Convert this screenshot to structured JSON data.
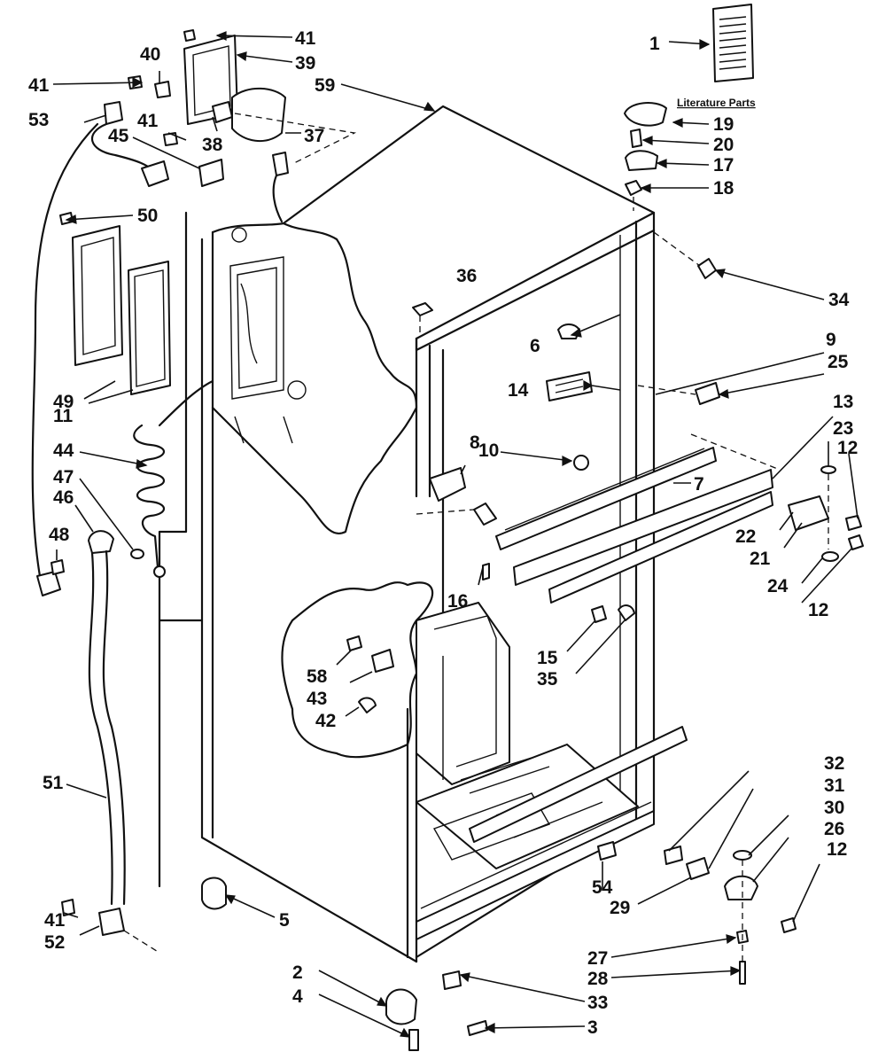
{
  "literature_parts_label": "Literature Parts",
  "callouts": [
    {
      "id": "c1",
      "text": "1"
    },
    {
      "id": "c2",
      "text": "2"
    },
    {
      "id": "c3",
      "text": "3"
    },
    {
      "id": "c4",
      "text": "4"
    },
    {
      "id": "c5",
      "text": "5"
    },
    {
      "id": "c6",
      "text": "6"
    },
    {
      "id": "c7",
      "text": "7"
    },
    {
      "id": "c8",
      "text": "8"
    },
    {
      "id": "c9",
      "text": "9"
    },
    {
      "id": "c10",
      "text": "10"
    },
    {
      "id": "c11",
      "text": "11"
    },
    {
      "id": "c12a",
      "text": "12"
    },
    {
      "id": "c12b",
      "text": "12"
    },
    {
      "id": "c12c",
      "text": "12"
    },
    {
      "id": "c13",
      "text": "13"
    },
    {
      "id": "c14",
      "text": "14"
    },
    {
      "id": "c15",
      "text": "15"
    },
    {
      "id": "c16",
      "text": "16"
    },
    {
      "id": "c17",
      "text": "17"
    },
    {
      "id": "c18",
      "text": "18"
    },
    {
      "id": "c19",
      "text": "19"
    },
    {
      "id": "c20",
      "text": "20"
    },
    {
      "id": "c21",
      "text": "21"
    },
    {
      "id": "c22",
      "text": "22"
    },
    {
      "id": "c23",
      "text": "23"
    },
    {
      "id": "c24",
      "text": "24"
    },
    {
      "id": "c25",
      "text": "25"
    },
    {
      "id": "c26",
      "text": "26"
    },
    {
      "id": "c27",
      "text": "27"
    },
    {
      "id": "c28",
      "text": "28"
    },
    {
      "id": "c29",
      "text": "29"
    },
    {
      "id": "c30",
      "text": "30"
    },
    {
      "id": "c31",
      "text": "31"
    },
    {
      "id": "c32",
      "text": "32"
    },
    {
      "id": "c33",
      "text": "33"
    },
    {
      "id": "c34",
      "text": "34"
    },
    {
      "id": "c35",
      "text": "35"
    },
    {
      "id": "c36",
      "text": "36"
    },
    {
      "id": "c37",
      "text": "37"
    },
    {
      "id": "c38",
      "text": "38"
    },
    {
      "id": "c39",
      "text": "39"
    },
    {
      "id": "c40",
      "text": "40"
    },
    {
      "id": "c41a",
      "text": "41"
    },
    {
      "id": "c41b",
      "text": "41"
    },
    {
      "id": "c41c",
      "text": "41"
    },
    {
      "id": "c41d",
      "text": "41"
    },
    {
      "id": "c42",
      "text": "42"
    },
    {
      "id": "c43",
      "text": "43"
    },
    {
      "id": "c44",
      "text": "44"
    },
    {
      "id": "c45",
      "text": "45"
    },
    {
      "id": "c46",
      "text": "46"
    },
    {
      "id": "c47",
      "text": "47"
    },
    {
      "id": "c48",
      "text": "48"
    },
    {
      "id": "c49",
      "text": "49"
    },
    {
      "id": "c50",
      "text": "50"
    },
    {
      "id": "c51",
      "text": "51"
    },
    {
      "id": "c52",
      "text": "52"
    },
    {
      "id": "c53",
      "text": "53"
    },
    {
      "id": "c54",
      "text": "54"
    },
    {
      "id": "c58",
      "text": "58"
    },
    {
      "id": "c59",
      "text": "59"
    }
  ]
}
